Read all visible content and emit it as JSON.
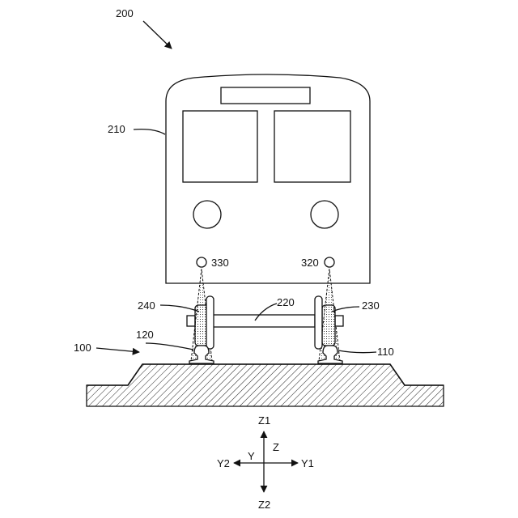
{
  "labels": {
    "vehicle_system": "200",
    "body": "210",
    "axle": "220",
    "wheel_right": "230",
    "wheel_left": "240",
    "track": "100",
    "rail_right": "110",
    "rail_left": "120",
    "sensor_right": "320",
    "sensor_left": "330"
  },
  "axes": {
    "z1": "Z1",
    "z2": "Z2",
    "y1": "Y1",
    "y2": "Y2",
    "y": "Y",
    "z": "Z"
  },
  "colors": {
    "line": "#111111",
    "hatch": "#222222",
    "dots": "#333333"
  }
}
